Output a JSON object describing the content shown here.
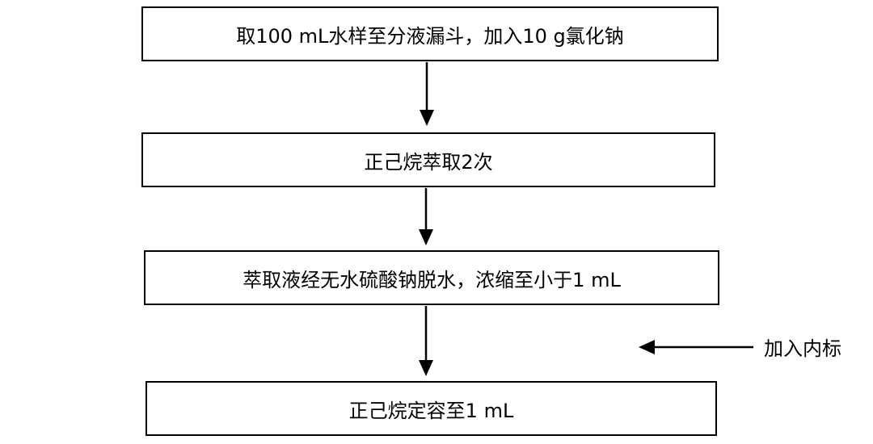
{
  "flow": {
    "steps": [
      {
        "label": "取100 mL水样至分液漏斗，加入10 g氯化钠"
      },
      {
        "label": "正己烷萃取2次"
      },
      {
        "label": "萃取液经无水硫酸钠脱水，浓缩至小于1 mL"
      },
      {
        "label": "正己烷定容至1 mL"
      }
    ],
    "side_input": {
      "label": "加入内标"
    }
  },
  "colors": {
    "line": "#000000",
    "background": "#ffffff"
  }
}
